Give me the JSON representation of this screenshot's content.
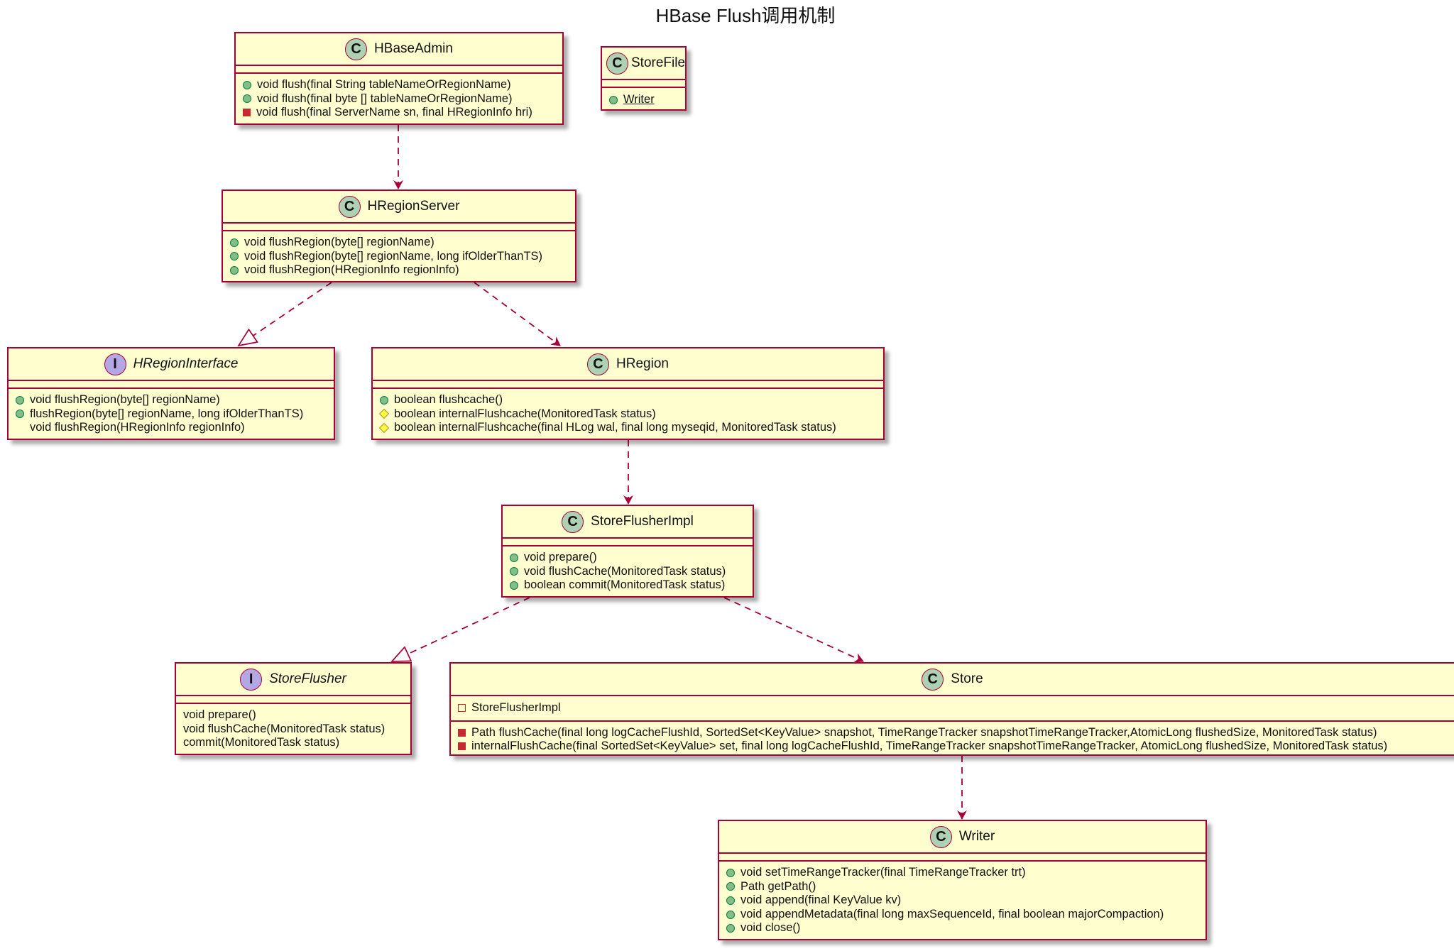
{
  "diagram": {
    "title": "HBase Flush调用机制",
    "classes": {
      "hbaseadmin": {
        "name": "HBaseAdmin",
        "kind": "C",
        "members": [
          {
            "vis": "public",
            "text": "void flush(final String tableNameOrRegionName)"
          },
          {
            "vis": "public",
            "text": "void flush(final byte [] tableNameOrRegionName)"
          },
          {
            "vis": "private",
            "text": "void flush(final ServerName sn, final HRegionInfo hri)"
          }
        ]
      },
      "storefile": {
        "name": "StoreFile",
        "kind": "C",
        "members": [
          {
            "vis": "public",
            "text": "Writer"
          }
        ]
      },
      "hregionserver": {
        "name": "HRegionServer",
        "kind": "C",
        "members": [
          {
            "vis": "public",
            "text": "void flushRegion(byte[] regionName)"
          },
          {
            "vis": "public",
            "text": "void flushRegion(byte[] regionName, long ifOlderThanTS)"
          },
          {
            "vis": "public",
            "text": "void flushRegion(HRegionInfo regionInfo)"
          }
        ]
      },
      "hregioninterface": {
        "name": "HRegionInterface",
        "kind": "I",
        "members": [
          {
            "vis": "public",
            "text": "void flushRegion(byte[] regionName)"
          },
          {
            "vis": "public",
            "text": "flushRegion(byte[] regionName, long ifOlderThanTS)"
          },
          {
            "vis": "none-indent",
            "text": "void flushRegion(HRegionInfo regionInfo)"
          }
        ]
      },
      "hregion": {
        "name": "HRegion",
        "kind": "C",
        "members": [
          {
            "vis": "public",
            "text": "boolean flushcache()"
          },
          {
            "vis": "protected",
            "text": "boolean internalFlushcache(MonitoredTask status)"
          },
          {
            "vis": "protected",
            "text": "boolean internalFlushcache(final HLog wal, final long myseqid, MonitoredTask status)"
          }
        ]
      },
      "storeflusherimpl": {
        "name": "StoreFlusherImpl",
        "kind": "C",
        "members": [
          {
            "vis": "public",
            "text": "void prepare()"
          },
          {
            "vis": "public",
            "text": "void flushCache(MonitoredTask status)"
          },
          {
            "vis": "public",
            "text": "boolean commit(MonitoredTask status)"
          }
        ]
      },
      "storeflusher": {
        "name": "StoreFlusher",
        "kind": "I",
        "members": [
          {
            "vis": "none",
            "text": "void prepare()"
          },
          {
            "vis": "none",
            "text": "void flushCache(MonitoredTask status)"
          },
          {
            "vis": "none",
            "text": "commit(MonitoredTask status)"
          }
        ]
      },
      "store": {
        "name": "Store",
        "kind": "C",
        "fields": [
          {
            "vis": "private-open",
            "text": "StoreFlusherImpl"
          }
        ],
        "members": [
          {
            "vis": "private",
            "text": "Path flushCache(final long logCacheFlushId, SortedSet<KeyValue> snapshot, TimeRangeTracker snapshotTimeRangeTracker,AtomicLong flushedSize, MonitoredTask status)"
          },
          {
            "vis": "private",
            "text": "internalFlushCache(final SortedSet<KeyValue> set, final long logCacheFlushId, TimeRangeTracker snapshotTimeRangeTracker, AtomicLong flushedSize, MonitoredTask status)"
          }
        ]
      },
      "writer": {
        "name": "Writer",
        "kind": "C",
        "members": [
          {
            "vis": "public",
            "text": "void setTimeRangeTracker(final TimeRangeTracker trt)"
          },
          {
            "vis": "public",
            "text": "Path getPath()"
          },
          {
            "vis": "public",
            "text": "void append(final KeyValue kv)"
          },
          {
            "vis": "public",
            "text": "void appendMetadata(final long maxSequenceId, final boolean majorCompaction)"
          },
          {
            "vis": "public",
            "text": "void close()"
          }
        ]
      }
    },
    "edges": [
      {
        "from": "hbaseadmin",
        "to": "hregionserver",
        "type": "dependency"
      },
      {
        "from": "hregionserver",
        "to": "hregioninterface",
        "type": "realization"
      },
      {
        "from": "hregionserver",
        "to": "hregion",
        "type": "dependency"
      },
      {
        "from": "hregion",
        "to": "storeflusherimpl",
        "type": "dependency"
      },
      {
        "from": "storeflusherimpl",
        "to": "storeflusher",
        "type": "realization"
      },
      {
        "from": "storeflusherimpl",
        "to": "store",
        "type": "dependency"
      },
      {
        "from": "store",
        "to": "writer",
        "type": "dependency"
      }
    ],
    "colors": {
      "border": "#a80036",
      "fill": "#fefece",
      "class_badge": "#add1b2",
      "interface_badge": "#b4a7e5"
    }
  }
}
